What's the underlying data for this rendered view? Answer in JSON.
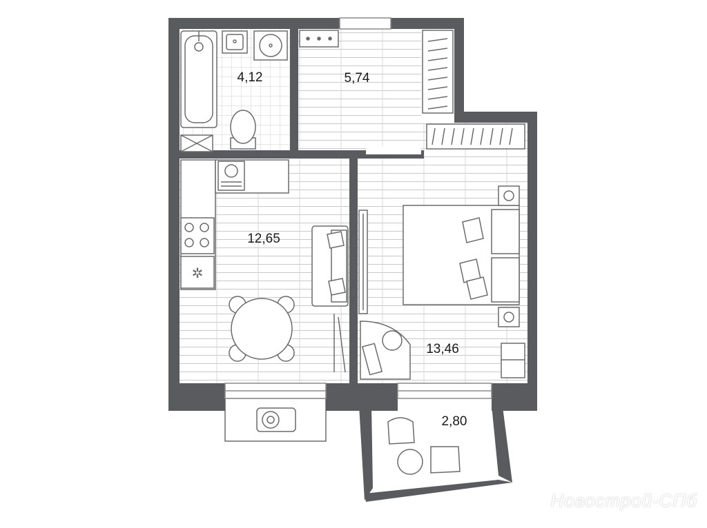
{
  "plan": {
    "rooms": [
      {
        "id": "bathroom",
        "area": "4,12"
      },
      {
        "id": "hallway",
        "area": "5,74"
      },
      {
        "id": "kitchen-living",
        "area": "12,65"
      },
      {
        "id": "bedroom",
        "area": "13,46"
      },
      {
        "id": "balcony",
        "area": "2,80"
      }
    ]
  },
  "watermark": "Новострой-СПб",
  "colors": {
    "wall": "#5a5b5e",
    "floor_line": "#c6c6c6",
    "furniture": "#6a6a6a",
    "label": "#1a1a1a"
  }
}
